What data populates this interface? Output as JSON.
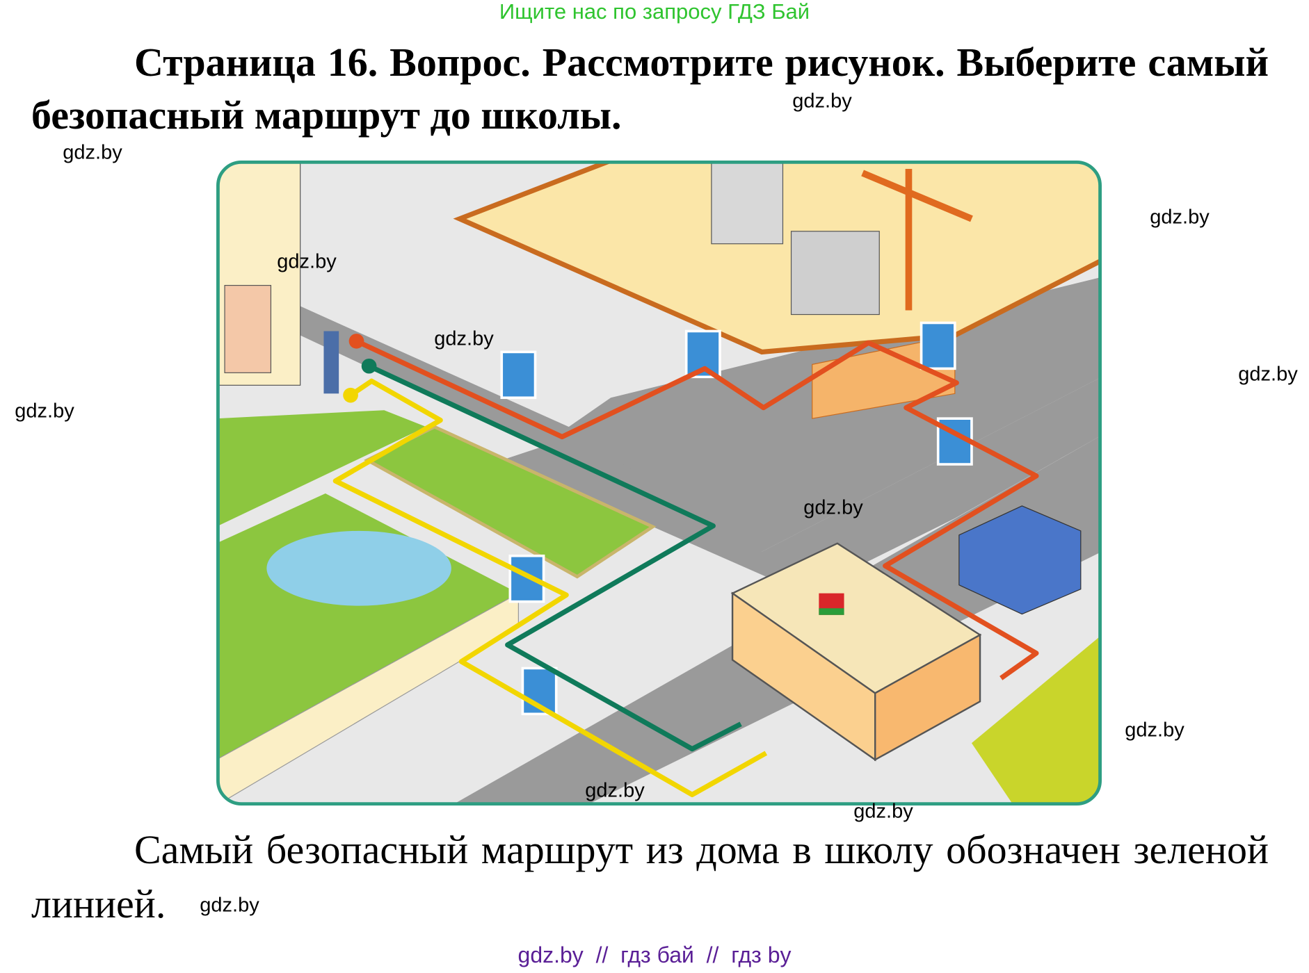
{
  "top_banner": "Ищите нас по запросу ГДЗ Бай",
  "question": "Страница 16. Вопрос. Рассмотрите рисунок. Выберите самый безопасный маршрут до школы.",
  "answer": "Самый безопасный маршрут из дома в школу обозначен зеленой линией.",
  "watermarks": [
    "gdz.by",
    "gdz.by",
    "gdz.by",
    "gdz.by",
    "gdz.by",
    "gdz.by",
    "gdz.by",
    "gdz.by",
    "gdz.by",
    "gdz.by",
    "gdz.by",
    "gdz.by"
  ],
  "footer": "gdz.by  //  гдз бай  //  гдз by",
  "illustration": {
    "routes": [
      {
        "color": "#e2501f"
      },
      {
        "color": "#0f7a5a"
      },
      {
        "color": "#f2d600"
      }
    ],
    "border_color": "#2e9e82"
  }
}
